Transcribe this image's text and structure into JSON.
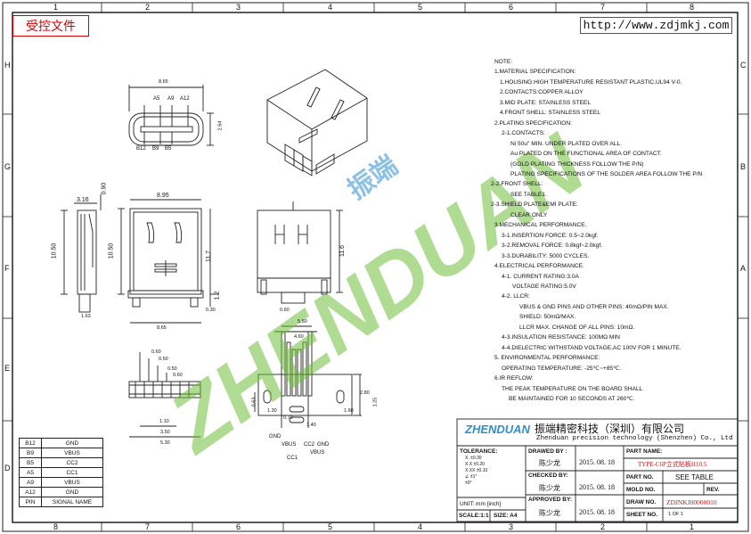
{
  "header": {
    "stamp_label": "受控文件",
    "url": "http://www.zdjmkj.com"
  },
  "grid": {
    "top_numbers": [
      "1",
      "2",
      "3",
      "4",
      "5",
      "6",
      "7",
      "8"
    ],
    "bottom_numbers": [
      "8",
      "7",
      "6",
      "5",
      "4",
      "3",
      "2",
      "1"
    ],
    "side_letters": [
      "H",
      "G",
      "F",
      "E",
      "D",
      "C",
      "B",
      "A"
    ]
  },
  "watermark": {
    "text": "ZHENDUAN",
    "cn": "振端"
  },
  "top_view": {
    "width_dim": "8.65",
    "height_dim": "2.64",
    "labels_top": [
      "A5",
      "A9",
      "A12"
    ],
    "labels_bottom": [
      "B12",
      "B9",
      "B5"
    ]
  },
  "side_views": {
    "dim_316": "3.16",
    "dim_090": "0.90",
    "dim_1050_left": "10.50",
    "dim_163": "1.63",
    "dim_895": "8.95",
    "dim_1050_mid": "10.50",
    "dim_117": "11.7",
    "dim_12": "1.2",
    "dim_030": "0.30",
    "dim_865": "8.65",
    "dim_116": "11.6",
    "dim_060": "0.60"
  },
  "pcb_layout": {
    "dims_top": [
      "5.50",
      "4.60",
      "0.60",
      "0.50",
      "0.50",
      "0.60"
    ],
    "dims_side": [
      "2.80",
      "1.30",
      "1.60",
      "0.63",
      "1.25"
    ],
    "dims_bottom": [
      "1.10",
      "3.50",
      "5.30",
      "0.70",
      "1.40"
    ],
    "pin_labels": [
      "GND",
      "VBUS",
      "CC1",
      "CC2",
      "VBUS",
      "GND"
    ]
  },
  "notes": [
    "NOTE:",
    "1.MATERIAL SPECIFICATION:",
    "1.HOUSING:HIGH TEMPERATURE RESISTANT PLASTIC,UL94 V-0.",
    "2.CONTACTS:COPPER ALLOY",
    "3.MID PLATE: STAINLESS STEEL",
    "4.FRONT SHELL: STAINLESS STEEL",
    "2.PLATING SPECIFICATION:",
    "2-1.CONTACTS:",
    "Ni 50u\" MIN. UNDER PLATED OVER ALL.",
    "Au PLATED ON THE FUNCTIONAL AREA OF CONTACT.",
    "(GOLD PLATING THICKNESS FOLLOW THE P/N)",
    "PLATING SPECIFICATIONS OF THE SOLDER AREA FOLLOW THE P/N",
    "2-2.FRONT SHELL:",
    "SEE TABLE1.",
    "2-3.SHIELD PLATE&EMI PLATE:",
    "CLEAR ONLY",
    "3.MECHANICAL PERFORMANCE.",
    "3-1.INSERTION FORCE: 0.5~2.0kgf.",
    "3-2.REMOVAL FORCE: 0.8kgf~2.0kgf.",
    "3-3.DURABILITY: 5000 CYCLES.",
    "4.ELECTRICAL PERFORMANCE.",
    "4-1. CURRENT RATING:3.0A",
    "VOLTAGE RATING:5.0V",
    "4-2. LLCR:",
    "VBUS & GND PINS AND OTHER PINS: 40mΩ/PIN MAX.",
    "SHIELD: 50mΩ/MAX.",
    "LLCR MAX. CHANGE OF ALL PINS: 10mΩ.",
    "4-3.INSULATION RESISTANCE: 100MΩ MIN",
    "4-4.DIELECTRIC WITHSTAND VOLTAGE,AC 100V FOR 1 MINUTE.",
    "5. ENVIRONMENTAL PERFORMANCE:",
    "OPERATING TEMPERATURE: -25℃~+85℃.",
    "6.IR REFLOW:",
    "THE PEAK TEMPERATURE ON THE BOARD SHALL",
    "BE MAINTAINED FOR 10 SECONDS AT 260℃."
  ],
  "pin_table": {
    "rows": [
      {
        "pin": "B12",
        "name": "GND"
      },
      {
        "pin": "B9",
        "name": "VBUS"
      },
      {
        "pin": "B5",
        "name": "CC2"
      },
      {
        "pin": "A5",
        "name": "CC1"
      },
      {
        "pin": "A9",
        "name": "VBUS"
      },
      {
        "pin": "A12",
        "name": "GND"
      }
    ],
    "header_pin": "PIN",
    "header_name": "SIGNAL NAME"
  },
  "title_block": {
    "company_logo": "ZHENDUAN",
    "company_cn": "振端精密科技（深圳）有限公司",
    "company_en": "Zhenduan precision technology (Shenzhen) Co., Ltd",
    "tolerance_label": "TOLERANCE:",
    "tolerance_rows": [
      "X.  ±0.30",
      "X.X  ±0.20",
      "X.XX  ±0.10",
      "∠  ±1°",
      "  ±0°"
    ],
    "unit_label": "UNIT: mm [inch]",
    "scale_label": "SCALE:1:1",
    "size_label": "SIZE: A4",
    "drawn_by_label": "DRAWED BY :",
    "drawn_by": "陈少龙",
    "drawn_date": "2015. 08. 18",
    "checked_by_label": "CHECKED BY:",
    "checked_by": "陈少龙",
    "checked_date": "2015. 08. 18",
    "approved_by_label": "APPROVED BY:",
    "approved_by": "陈少龙",
    "approved_date": "2015. 08. 18",
    "part_name_label": "PART NAME:",
    "part_name": "TYPE-C6P立式贴板H10.5",
    "part_no_label": "PART NO.",
    "part_no": "SEE TABLE",
    "mold_no_label": "MOLD NO.",
    "mold_no": "",
    "rev_label": "REV.",
    "rev": "",
    "draw_no_label": "DRAW NO.",
    "draw_no": "ZDJNKJ00000010",
    "sheet_no_label": "SHEET NO.",
    "sheet_no": "1 OF 1"
  },
  "colors": {
    "stamp_red": "#d40000",
    "watermark_green": "#6fbf3a",
    "watermark_blue": "#2f8fcf",
    "title_red": "#c0181c"
  }
}
